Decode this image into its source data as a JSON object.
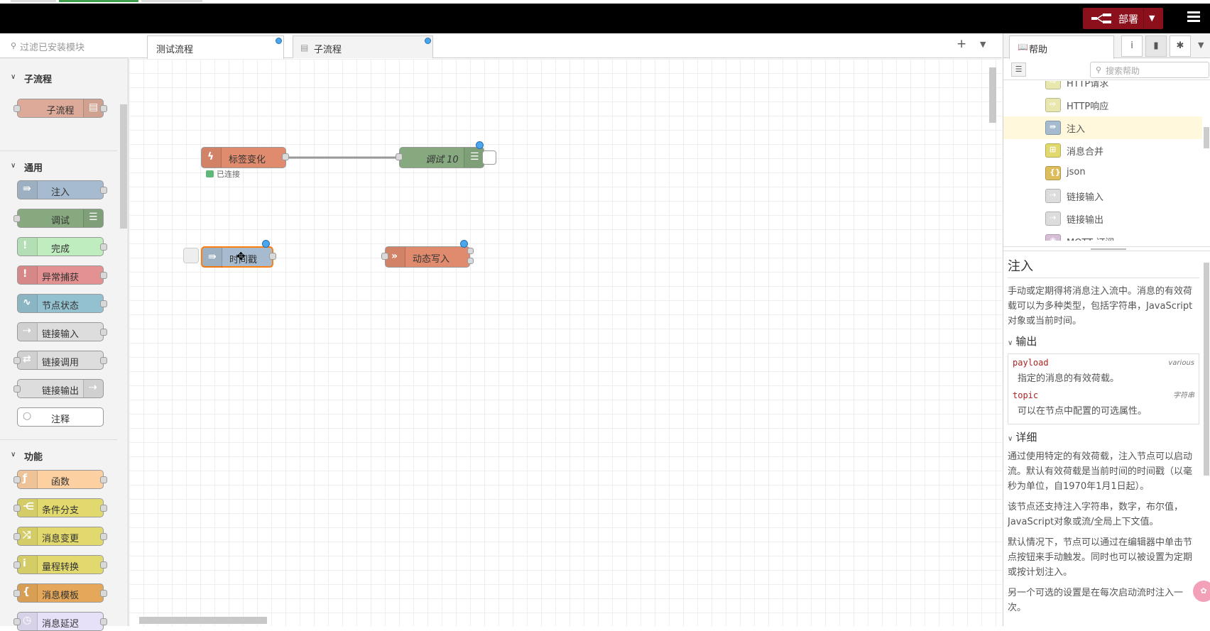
{
  "header": {
    "deploy_label": "部署",
    "colors": {
      "bar": "#000000",
      "deploy": "#8c101c"
    }
  },
  "palette": {
    "search_placeholder": "过滤已安装模块",
    "categories": [
      {
        "label": "子流程",
        "nodes": [
          {
            "label": "子流程",
            "color": "#ddaa99",
            "icon": "subflow-icon"
          }
        ]
      },
      {
        "label": "通用",
        "nodes": [
          {
            "label": "注入",
            "color": "#a6bbcf",
            "icon": "inject-icon"
          },
          {
            "label": "调试",
            "color": "#87a980",
            "icon": "debug-icon"
          },
          {
            "label": "完成",
            "color": "#c0edc0",
            "icon": "alert-icon"
          },
          {
            "label": "异常捕获",
            "color": "#e49191",
            "icon": "alert-icon"
          },
          {
            "label": "节点状态",
            "color": "#94c1d0",
            "icon": "status-icon"
          },
          {
            "label": "链接输入",
            "color": "#dddddd",
            "icon": "link-in-icon"
          },
          {
            "label": "链接调用",
            "color": "#dddddd",
            "icon": "link-call-icon"
          },
          {
            "label": "链接输出",
            "color": "#dddddd",
            "icon": "link-out-icon"
          },
          {
            "label": "注释",
            "color": "#ffffff",
            "icon": "comment-icon"
          }
        ]
      },
      {
        "label": "功能",
        "nodes": [
          {
            "label": "函数",
            "color": "#fdd0a2",
            "icon": "function-icon"
          },
          {
            "label": "条件分支",
            "color": "#e2d96e",
            "icon": "switch-icon"
          },
          {
            "label": "消息变更",
            "color": "#e2d96e",
            "icon": "change-icon"
          },
          {
            "label": "量程转换",
            "color": "#e2d96e",
            "icon": "range-icon"
          },
          {
            "label": "消息模板",
            "color": "#e5a85a",
            "icon": "template-icon"
          },
          {
            "label": "消息延迟",
            "color": "#e6e0f8",
            "icon": "delay-icon"
          }
        ]
      }
    ]
  },
  "tabs": [
    {
      "label": "测试流程",
      "active": true
    },
    {
      "label": "子流程",
      "active": false
    }
  ],
  "flow": {
    "nodes": [
      {
        "label": "标签变化",
        "status": "已连接"
      },
      {
        "label": "调试 10"
      },
      {
        "label": "时间戳"
      },
      {
        "label": "动态写入"
      }
    ]
  },
  "sidebar": {
    "tab_label": "帮助",
    "search_placeholder": "搜索帮助",
    "tree": [
      {
        "label": "HTTP请求",
        "color": "#e7e7ae",
        "icon": "http-icon"
      },
      {
        "label": "HTTP响应",
        "color": "#e7e7ae",
        "icon": "http-icon"
      },
      {
        "label": "注入",
        "color": "#a6bbcf",
        "icon": "inject-icon",
        "selected": true
      },
      {
        "label": "消息合并",
        "color": "#e2d96e",
        "icon": "join-icon"
      },
      {
        "label": "json",
        "color": "#debd5c",
        "icon": "json-icon"
      },
      {
        "label": "链接输入",
        "color": "#dddddd",
        "icon": "link-in-icon"
      },
      {
        "label": "链接输出",
        "color": "#dddddd",
        "icon": "link-out-icon"
      },
      {
        "label": "MQTT 订阅",
        "color": "#d8bfd8",
        "icon": "mqtt-icon"
      }
    ],
    "doc": {
      "title": "注入",
      "intro": "手动或定期得将消息注入流中。消息的有效荷载可以为多种类型，包括字符串，JavaScript对象或当前时间。",
      "outputs_heading": "输出",
      "props": [
        {
          "name": "payload",
          "type": "various",
          "desc": "指定的消息的有效荷载。"
        },
        {
          "name": "topic",
          "type": "字符串",
          "desc": "可以在节点中配置的可选属性。"
        }
      ],
      "details_heading": "详细",
      "p1": "通过使用特定的有效荷载，注入节点可以启动流。默认有效荷载是当前时间的时间戳（以毫秒为单位，自1970年1月1日起）。",
      "p2": "该节点还支持注入字符串，数字，布尔值，JavaScript对象或流/全局上下文值。",
      "p3": "默认情况下，节点可以通过在编辑器中单击节点按钮来手动触发。同时也可以被设置为定期或按计划注入。",
      "p4": "另一个可选的设置是在每次启动流时注入一次。"
    }
  }
}
